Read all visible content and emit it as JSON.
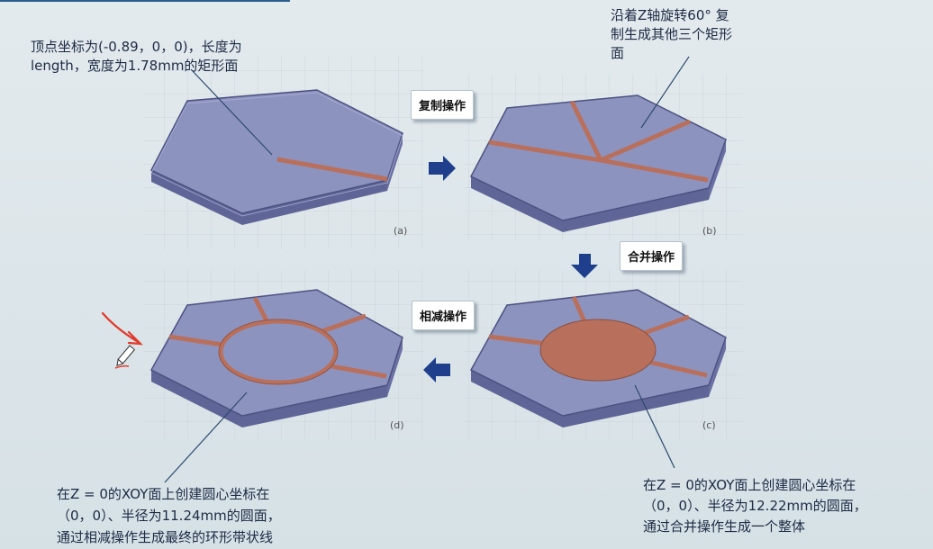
{
  "notes": {
    "top_left": "顶点坐标为(-0.89，0，0)，长度为\nlength，宽度为1.78mm的矩形面",
    "top_right": "沿着Z轴旋转60° 复\n制生成其他三个矩形\n面",
    "bottom_left": "在Z = 0的XOY面上创建圆心坐标在\n（0，0）、半径为11.24mm的圆面，\n通过相减操作生成最终的环形带状线",
    "bottom_right": "在Z = 0的XOY面上创建圆心坐标在\n（0，0）、半径为12.22mm的圆面，\n通过合并操作生成一个整体"
  },
  "operations": {
    "copy": "复制操作",
    "merge": "合并操作",
    "subtract": "相减操作"
  },
  "panel_labels": {
    "a": "(a)",
    "b": "(b)",
    "c": "(c)",
    "d": "(d)"
  },
  "colors": {
    "plate_top": "#8d93bf",
    "plate_side": "#5f6596",
    "strip": "#b8705c",
    "arrow": "#1f3f8c",
    "red_mark": "#e23a2c"
  }
}
